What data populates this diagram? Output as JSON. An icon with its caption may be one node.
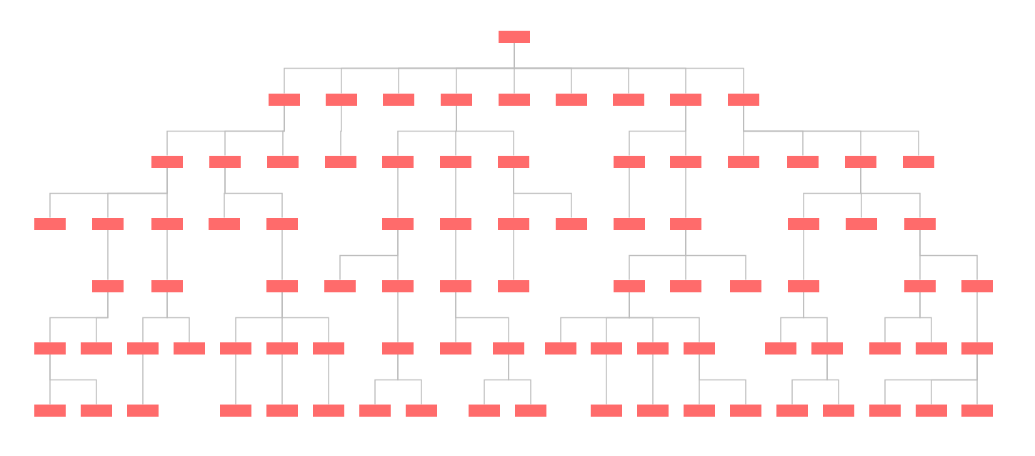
{
  "diagram": {
    "nodes": [
      {
        "text": [],
        "shape": "box"
      },
      {
        "text": [],
        "shape": "box"
      },
      {
        "text": [],
        "shape": "box"
      },
      {
        "text": [],
        "shape": "box"
      },
      {
        "text": [],
        "shape": "box"
      },
      {
        "text": [],
        "shape": "box"
      },
      {
        "text": [],
        "shape": "box"
      },
      {
        "text": [],
        "shape": "box"
      },
      {
        "text": [],
        "shape": "box"
      },
      {
        "text": [],
        "shape": "box"
      },
      {
        "text": [],
        "shape": "box"
      },
      {
        "text": [],
        "shape": "box"
      },
      {
        "text": [],
        "shape": "box"
      },
      {
        "text": [],
        "shape": "box"
      },
      {
        "text": [],
        "shape": "box"
      },
      {
        "text": [],
        "shape": "box"
      },
      {
        "text": [],
        "shape": "box"
      },
      {
        "text": [],
        "shape": "box"
      },
      {
        "text": [],
        "shape": "box"
      },
      {
        "text": [],
        "shape": "box"
      },
      {
        "text": [],
        "shape": "box"
      },
      {
        "text": [],
        "shape": "box"
      },
      {
        "text": [],
        "shape": "box"
      },
      {
        "text": [],
        "shape": "box"
      },
      {
        "text": [],
        "shape": "box"
      },
      {
        "text": [],
        "shape": "box"
      },
      {
        "text": [],
        "shape": "box"
      },
      {
        "text": [],
        "shape": "box"
      },
      {
        "text": [],
        "shape": "box"
      },
      {
        "text": [],
        "shape": "box"
      },
      {
        "text": [],
        "shape": "box"
      },
      {
        "text": [],
        "shape": "box"
      },
      {
        "text": [],
        "shape": "box"
      },
      {
        "text": [],
        "shape": "box"
      },
      {
        "text": [],
        "shape": "box"
      },
      {
        "text": [],
        "shape": "box"
      },
      {
        "text": [],
        "shape": "box"
      },
      {
        "text": [],
        "shape": "box"
      },
      {
        "text": [],
        "shape": "box"
      },
      {
        "text": [],
        "shape": "box"
      },
      {
        "text": [],
        "shape": "box"
      },
      {
        "text": [],
        "shape": "box"
      },
      {
        "text": [],
        "shape": "box"
      },
      {
        "text": [],
        "shape": "box"
      },
      {
        "text": [],
        "shape": "box"
      },
      {
        "text": [],
        "shape": "box"
      },
      {
        "text": [],
        "shape": "box"
      },
      {
        "text": [],
        "shape": "box"
      },
      {
        "text": [],
        "shape": "box"
      },
      {
        "text": [],
        "shape": "box"
      },
      {
        "text": [],
        "shape": "box"
      },
      {
        "text": [],
        "shape": "box"
      },
      {
        "text": [],
        "shape": "box"
      },
      {
        "text": [],
        "shape": "box"
      },
      {
        "text": [],
        "shape": "box"
      },
      {
        "text": [],
        "shape": "box"
      },
      {
        "text": [],
        "shape": "box"
      },
      {
        "text": [],
        "shape": "box"
      },
      {
        "text": [],
        "shape": "box"
      },
      {
        "text": [],
        "shape": "box"
      },
      {
        "text": [],
        "shape": "box"
      },
      {
        "text": [],
        "shape": "box"
      },
      {
        "text": [],
        "shape": "box"
      },
      {
        "text": [],
        "shape": "box"
      },
      {
        "text": [],
        "shape": "box"
      },
      {
        "text": [],
        "shape": "box"
      },
      {
        "text": [],
        "shape": "box"
      },
      {
        "text": [],
        "shape": "box"
      },
      {
        "text": [],
        "shape": "box"
      },
      {
        "text": [],
        "shape": "box"
      },
      {
        "text": [],
        "shape": "box"
      },
      {
        "text": [],
        "shape": "box"
      },
      {
        "text": [],
        "shape": "box"
      },
      {
        "text": [],
        "shape": "box"
      },
      {
        "text": [],
        "shape": "box"
      },
      {
        "text": [],
        "shape": "box"
      },
      {
        "text": [],
        "shape": "box"
      },
      {
        "text": [],
        "shape": "box"
      },
      {
        "text": [],
        "shape": "box"
      },
      {
        "text": [],
        "shape": "box"
      },
      {
        "text": [],
        "shape": "box"
      },
      {
        "text": [],
        "shape": "box"
      },
      {
        "text": [],
        "shape": "box"
      },
      {
        "text": [],
        "shape": "box"
      },
      {
        "text": [],
        "shape": "box"
      },
      {
        "text": [],
        "shape": "box"
      },
      {
        "text": [],
        "shape": "box"
      },
      {
        "text": [],
        "shape": "box"
      }
    ],
    "edges": [
      {
        "from": 0,
        "to": 1,
        "arrow": "none"
      },
      {
        "from": 0,
        "to": 2,
        "arrow": "none"
      },
      {
        "from": 0,
        "to": 3,
        "arrow": "none"
      },
      {
        "from": 0,
        "to": 4,
        "arrow": "none"
      },
      {
        "from": 0,
        "to": 5,
        "arrow": "none"
      },
      {
        "from": 0,
        "to": 6,
        "arrow": "none"
      },
      {
        "from": 0,
        "to": 7,
        "arrow": "none"
      },
      {
        "from": 0,
        "to": 8,
        "arrow": "none"
      },
      {
        "from": 0,
        "to": 9,
        "arrow": "none"
      },
      {
        "from": 1,
        "to": 10,
        "arrow": "none"
      },
      {
        "from": 1,
        "to": 11,
        "arrow": "none"
      },
      {
        "from": 1,
        "to": 12,
        "arrow": "none"
      },
      {
        "from": 2,
        "to": 13,
        "arrow": "none"
      },
      {
        "from": 4,
        "to": 14,
        "arrow": "none"
      },
      {
        "from": 4,
        "to": 15,
        "arrow": "none"
      },
      {
        "from": 4,
        "to": 16,
        "arrow": "none"
      },
      {
        "from": 8,
        "to": 17,
        "arrow": "none"
      },
      {
        "from": 8,
        "to": 18,
        "arrow": "none"
      },
      {
        "from": 9,
        "to": 19,
        "arrow": "none"
      },
      {
        "from": 9,
        "to": 20,
        "arrow": "none"
      },
      {
        "from": 9,
        "to": 21,
        "arrow": "none"
      },
      {
        "from": 9,
        "to": 22,
        "arrow": "none"
      },
      {
        "from": 10,
        "to": 23,
        "arrow": "none"
      },
      {
        "from": 10,
        "to": 24,
        "arrow": "none"
      },
      {
        "from": 10,
        "to": 25,
        "arrow": "none"
      },
      {
        "from": 11,
        "to": 26,
        "arrow": "none"
      },
      {
        "from": 11,
        "to": 27,
        "arrow": "none"
      },
      {
        "from": 14,
        "to": 28,
        "arrow": "none"
      },
      {
        "from": 15,
        "to": 29,
        "arrow": "none"
      },
      {
        "from": 16,
        "to": 30,
        "arrow": "none"
      },
      {
        "from": 16,
        "to": 31,
        "arrow": "none"
      },
      {
        "from": 17,
        "to": 32,
        "arrow": "none"
      },
      {
        "from": 18,
        "to": 33,
        "arrow": "none"
      },
      {
        "from": 21,
        "to": 34,
        "arrow": "none"
      },
      {
        "from": 21,
        "to": 35,
        "arrow": "none"
      },
      {
        "from": 21,
        "to": 36,
        "arrow": "none"
      },
      {
        "from": 24,
        "to": 37,
        "arrow": "none"
      },
      {
        "from": 25,
        "to": 38,
        "arrow": "none"
      },
      {
        "from": 27,
        "to": 39,
        "arrow": "none"
      },
      {
        "from": 28,
        "to": 40,
        "arrow": "none"
      },
      {
        "from": 28,
        "to": 41,
        "arrow": "none"
      },
      {
        "from": 29,
        "to": 42,
        "arrow": "none"
      },
      {
        "from": 30,
        "to": 43,
        "arrow": "none"
      },
      {
        "from": 33,
        "to": 44,
        "arrow": "none"
      },
      {
        "from": 33,
        "to": 45,
        "arrow": "none"
      },
      {
        "from": 33,
        "to": 46,
        "arrow": "none"
      },
      {
        "from": 34,
        "to": 47,
        "arrow": "none"
      },
      {
        "from": 36,
        "to": 48,
        "arrow": "none"
      },
      {
        "from": 36,
        "to": 49,
        "arrow": "none"
      },
      {
        "from": 37,
        "to": 50,
        "arrow": "none"
      },
      {
        "from": 37,
        "to": 51,
        "arrow": "none"
      },
      {
        "from": 38,
        "to": 52,
        "arrow": "none"
      },
      {
        "from": 38,
        "to": 53,
        "arrow": "none"
      },
      {
        "from": 39,
        "to": 54,
        "arrow": "none"
      },
      {
        "from": 39,
        "to": 55,
        "arrow": "none"
      },
      {
        "from": 39,
        "to": 56,
        "arrow": "none"
      },
      {
        "from": 41,
        "to": 57,
        "arrow": "none"
      },
      {
        "from": 42,
        "to": 58,
        "arrow": "none"
      },
      {
        "from": 42,
        "to": 59,
        "arrow": "none"
      },
      {
        "from": 44,
        "to": 60,
        "arrow": "none"
      },
      {
        "from": 44,
        "to": 61,
        "arrow": "none"
      },
      {
        "from": 44,
        "to": 62,
        "arrow": "none"
      },
      {
        "from": 44,
        "to": 63,
        "arrow": "none"
      },
      {
        "from": 47,
        "to": 64,
        "arrow": "none"
      },
      {
        "from": 47,
        "to": 65,
        "arrow": "none"
      },
      {
        "from": 48,
        "to": 66,
        "arrow": "none"
      },
      {
        "from": 48,
        "to": 67,
        "arrow": "none"
      },
      {
        "from": 49,
        "to": 68,
        "arrow": "none"
      },
      {
        "from": 50,
        "to": 69,
        "arrow": "none"
      },
      {
        "from": 50,
        "to": 70,
        "arrow": "none"
      },
      {
        "from": 52,
        "to": 71,
        "arrow": "none"
      },
      {
        "from": 54,
        "to": 72,
        "arrow": "none"
      },
      {
        "from": 55,
        "to": 73,
        "arrow": "none"
      },
      {
        "from": 56,
        "to": 74,
        "arrow": "none"
      },
      {
        "from": 57,
        "to": 75,
        "arrow": "none"
      },
      {
        "from": 57,
        "to": 76,
        "arrow": "none"
      },
      {
        "from": 59,
        "to": 77,
        "arrow": "none"
      },
      {
        "from": 59,
        "to": 78,
        "arrow": "none"
      },
      {
        "from": 61,
        "to": 79,
        "arrow": "none"
      },
      {
        "from": 62,
        "to": 80,
        "arrow": "none"
      },
      {
        "from": 63,
        "to": 81,
        "arrow": "none"
      },
      {
        "from": 63,
        "to": 82,
        "arrow": "none"
      },
      {
        "from": 65,
        "to": 83,
        "arrow": "none"
      },
      {
        "from": 65,
        "to": 84,
        "arrow": "none"
      },
      {
        "from": 68,
        "to": 85,
        "arrow": "none"
      },
      {
        "from": 68,
        "to": 86,
        "arrow": "none"
      },
      {
        "from": 68,
        "to": 87,
        "arrow": "none"
      }
    ]
  }
}
